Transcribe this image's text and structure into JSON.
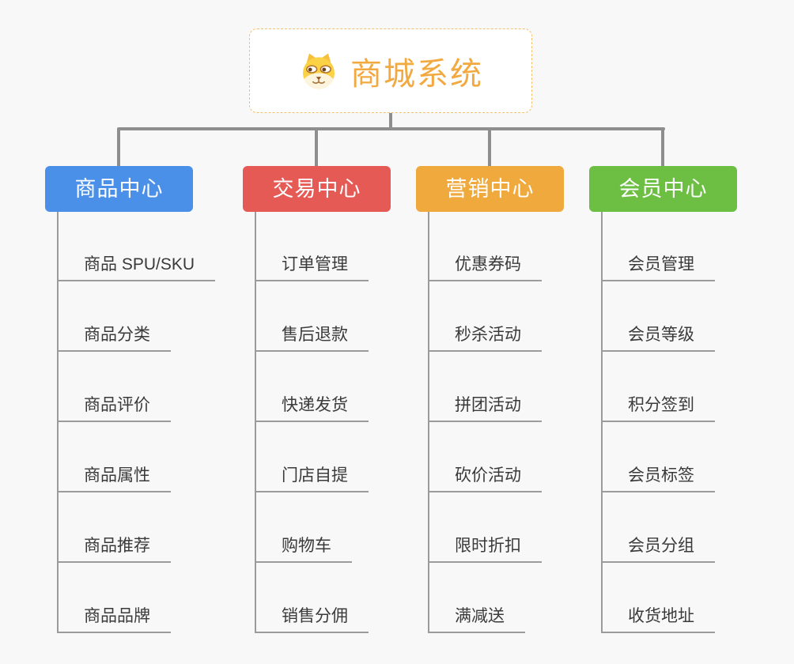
{
  "background_color": "#f8f8f8",
  "connector_color": "#8e8e8e",
  "spine_color": "#9b9b9b",
  "underline_color": "#9b9b9b",
  "root": {
    "title": "商城系统",
    "icon": "dog-face-icon",
    "accent_color": "#f2a93f",
    "border_color": "#f3c06a"
  },
  "branches": [
    {
      "label": "商品中心",
      "color": "#4a90e8",
      "items": [
        "商品 SPU/SKU",
        "商品分类",
        "商品评价",
        "商品属性",
        "商品推荐",
        "商品品牌"
      ]
    },
    {
      "label": "交易中心",
      "color": "#e65a55",
      "items": [
        "订单管理",
        "售后退款",
        "快递发货",
        "门店自提",
        "购物车",
        "销售分佣"
      ]
    },
    {
      "label": "营销中心",
      "color": "#efa93d",
      "items": [
        "优惠券码",
        "秒杀活动",
        "拼团活动",
        "砍价活动",
        "限时折扣",
        "满减送"
      ]
    },
    {
      "label": "会员中心",
      "color": "#6dbf44",
      "items": [
        "会员管理",
        "会员等级",
        "积分签到",
        "会员标签",
        "会员分组",
        "收货地址"
      ]
    }
  ]
}
